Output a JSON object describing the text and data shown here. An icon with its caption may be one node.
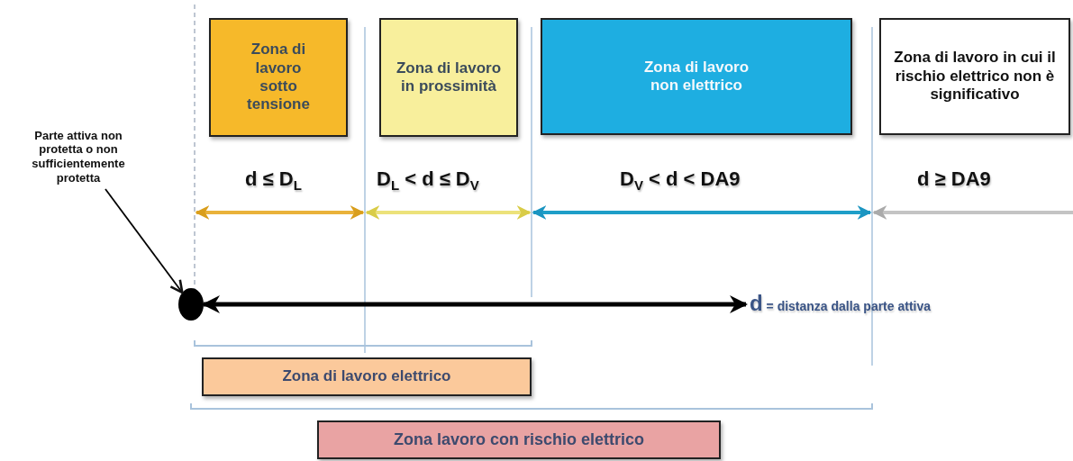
{
  "diagram": {
    "nodes": [
      {
        "text": [
          "Zona di lavoro sotto tensione"
        ],
        "beside": [
          "d ≤ D$_{L}$"
        ]
      },
      {
        "text": [
          "Zona di lavoro in prossimità"
        ],
        "beside": [
          "D$_{L}$ < d ≤ D$_{V}$"
        ]
      },
      {
        "text": [
          "Zona di lavoro non elettrico"
        ],
        "beside": [
          "D$_{V}$ < d < DA9"
        ]
      },
      {
        "text": [
          "Zona di lavoro in cui il rischio elettrico non è significativo"
        ],
        "beside": [
          "d ≥ DA9"
        ]
      },
      {
        "text": [
          "Parte attiva non protetta o non sufficientemente protetta"
        ]
      },
      {
        "text": [],
        "shape": "circle"
      },
      {
        "text": [
          "Zona di lavoro elettrico"
        ]
      },
      {
        "text": [
          "Zona lavoro con rischio elettrico"
        ]
      },
      {
        "text": [
          "d = distanza dalla parte attiva"
        ]
      }
    ],
    "edges": [
      {
        "from": 4,
        "to": 5,
        "arrow": "to"
      },
      {
        "from": 5,
        "to": 8,
        "arrow": "both",
        "style": "thick"
      }
    ]
  }
}
